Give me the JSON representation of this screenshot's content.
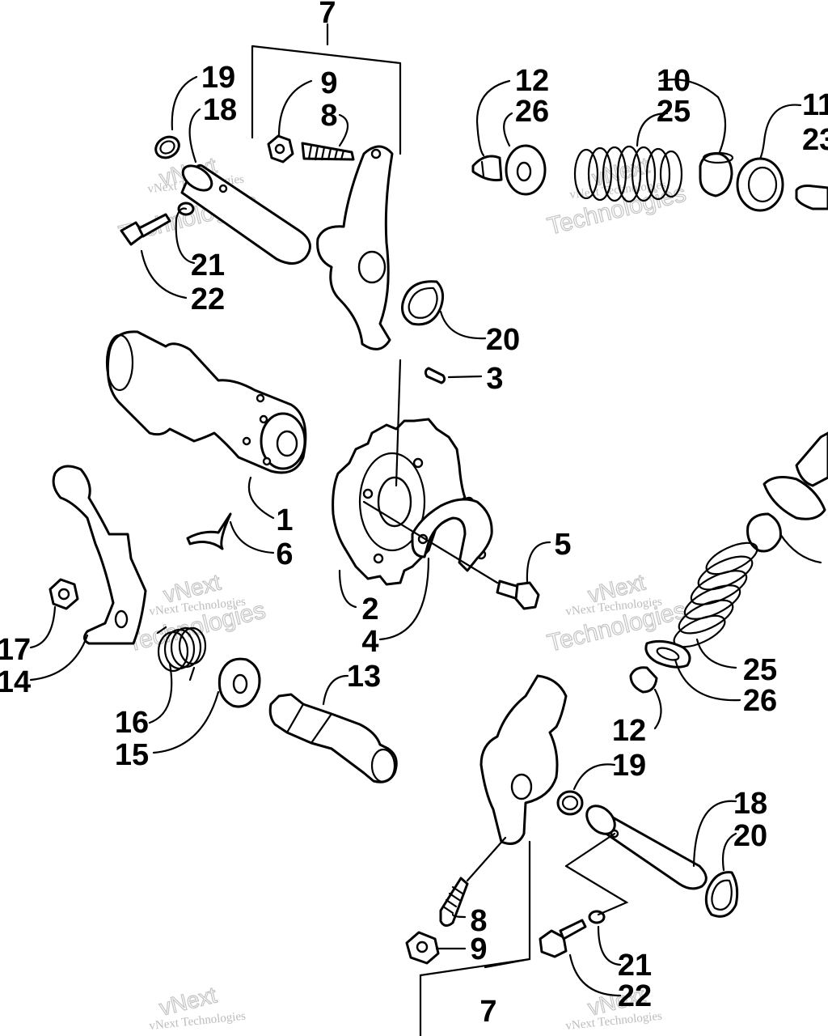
{
  "watermark": {
    "line1": "vNext",
    "line2": "Technologies",
    "combined": "vNext Technologies"
  },
  "callouts": {
    "c7_top": "7",
    "c19_top": "19",
    "c18_top": "18",
    "c9_top": "9",
    "c8_top": "8",
    "c21_top": "21",
    "c22_top": "22",
    "c12_top": "12",
    "c26_top": "26",
    "c10": "10",
    "c25_top": "25",
    "c11": "11",
    "c23": "23",
    "c20_top": "20",
    "c3": "3",
    "c1": "1",
    "c6": "6",
    "c5": "5",
    "c2": "2",
    "c4": "4",
    "c17": "17",
    "c14": "14",
    "c13": "13",
    "c16": "16",
    "c15": "15",
    "c25_bot": "25",
    "c26_bot": "26",
    "c12_bot": "12",
    "c19_bot": "19",
    "c18_bot": "18",
    "c20_bot": "20",
    "c8_bot": "8",
    "c9_bot": "9",
    "c21_bot": "21",
    "c22_bot": "22",
    "c7_bot": "7"
  }
}
